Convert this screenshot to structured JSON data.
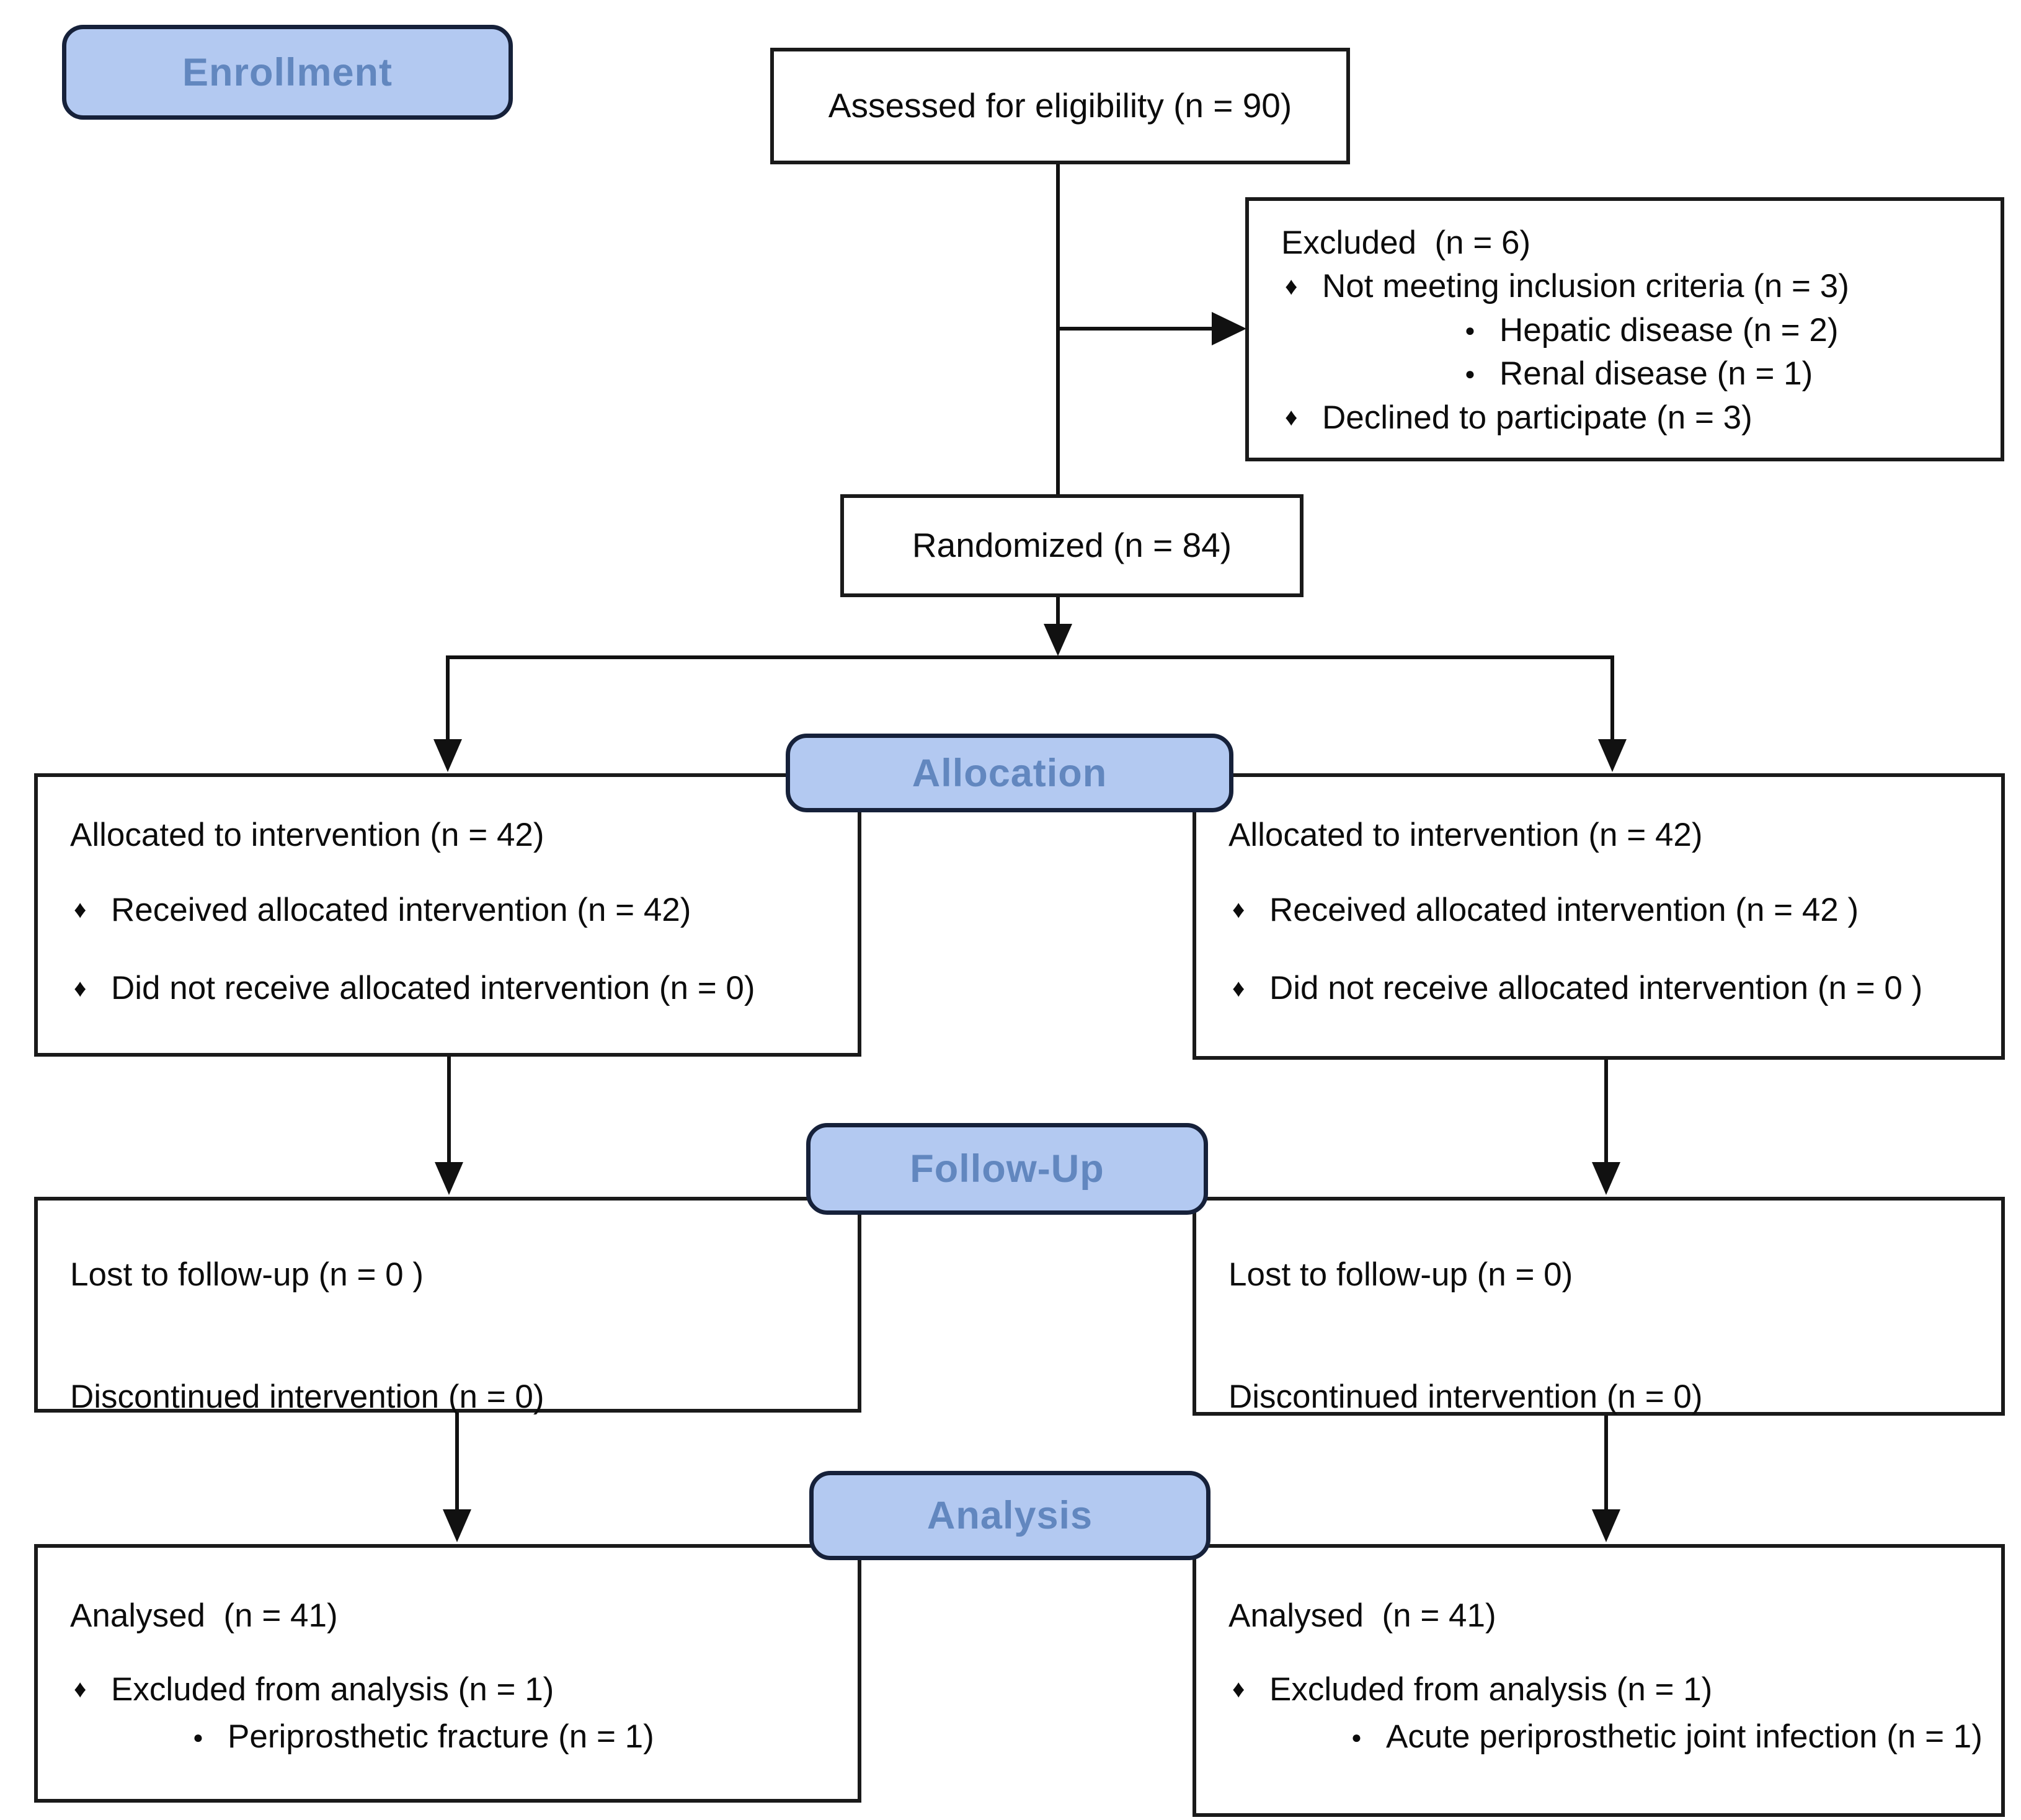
{
  "colors": {
    "badge_fill": "#b3c9f1",
    "badge_border": "#16213a",
    "badge_text": "#6287bf",
    "box_border": "#1a1a1a",
    "arrow": "#111111",
    "text": "#0c0c0c"
  },
  "icons": {
    "diamond_bullet": "♦",
    "dot_bullet": "●"
  },
  "badges": {
    "enrollment": "Enrollment",
    "allocation": "Allocation",
    "followup": "Follow-Up",
    "analysis": "Analysis"
  },
  "boxes": {
    "assessed": {
      "text": "Assessed for eligibility (n = 90)"
    },
    "excluded": {
      "title": "Excluded  (n = 6)",
      "bullet1": "Not meeting inclusion criteria (n = 3)",
      "sub1": "Hepatic disease (n = 2)",
      "sub2": "Renal disease (n = 1)",
      "bullet2": "Declined to participate (n = 3)"
    },
    "randomized": {
      "text": "Randomized (n = 84)"
    },
    "alloc_left": {
      "title": "Allocated to intervention (n = 42)",
      "bullet1": "Received allocated intervention (n = 42)",
      "bullet2": "Did not receive allocated intervention (n = 0)"
    },
    "alloc_right": {
      "title": "Allocated to intervention (n = 42)",
      "bullet1": "Received allocated intervention (n = 42 )",
      "bullet2": "Did not receive allocated intervention (n = 0 )"
    },
    "followup_left": {
      "line1": "Lost to follow-up (n = 0 )",
      "line2": "Discontinued intervention (n = 0)"
    },
    "followup_right": {
      "line1": "Lost to follow-up (n = 0)",
      "line2": "Discontinued intervention (n = 0)"
    },
    "analysis_left": {
      "title": "Analysed  (n = 41)",
      "bullet1": "Excluded from analysis (n = 1)",
      "sub1": "Periprosthetic fracture (n = 1)"
    },
    "analysis_right": {
      "title": "Analysed  (n = 41)",
      "bullet1": "Excluded from analysis (n = 1)",
      "sub1": "Acute periprosthetic joint infection (n = 1)"
    }
  }
}
